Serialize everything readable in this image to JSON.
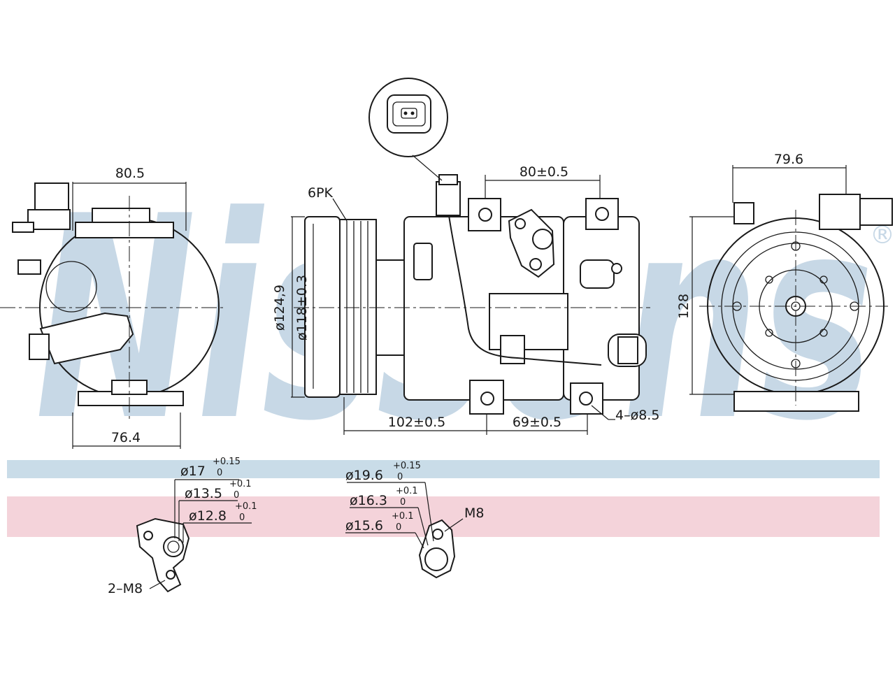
{
  "watermark": {
    "text": "Nissens",
    "mark": "®",
    "color": "#c7d8e6"
  },
  "bands": {
    "blue": "#c9dce8",
    "pink": "#f4d3da"
  },
  "views": {
    "left": {
      "width_top": "80.5",
      "width_bottom": "76.4"
    },
    "front": {
      "belt": "6PK",
      "pulley_outer": "ø124,9",
      "pulley_inner": "ø118±0.3",
      "mount_spacing": "80±0.5",
      "length_a": "102±0.5",
      "length_b": "69±0.5",
      "holes": "4–ø8.5"
    },
    "right": {
      "width": "79.6",
      "height": "128"
    }
  },
  "ports": {
    "port_1": {
      "d1": "ø17",
      "d1_tol_up": "+0.15",
      "d1_tol_dn": "0",
      "d2": "ø13.5",
      "d2_tol_up": "+0.1",
      "d2_tol_dn": "0",
      "d3": "ø12.8",
      "d3_tol_up": "+0.1",
      "d3_tol_dn": "0",
      "thread": "2–M8"
    },
    "port_2": {
      "d1": "ø19.6",
      "d1_tol_up": "+0.15",
      "d1_tol_dn": "0",
      "d2": "ø16.3",
      "d2_tol_up": "+0.1",
      "d2_tol_dn": "0",
      "d3": "ø15.6",
      "d3_tol_up": "+0.1",
      "d3_tol_dn": "0",
      "thread": "M8"
    }
  }
}
